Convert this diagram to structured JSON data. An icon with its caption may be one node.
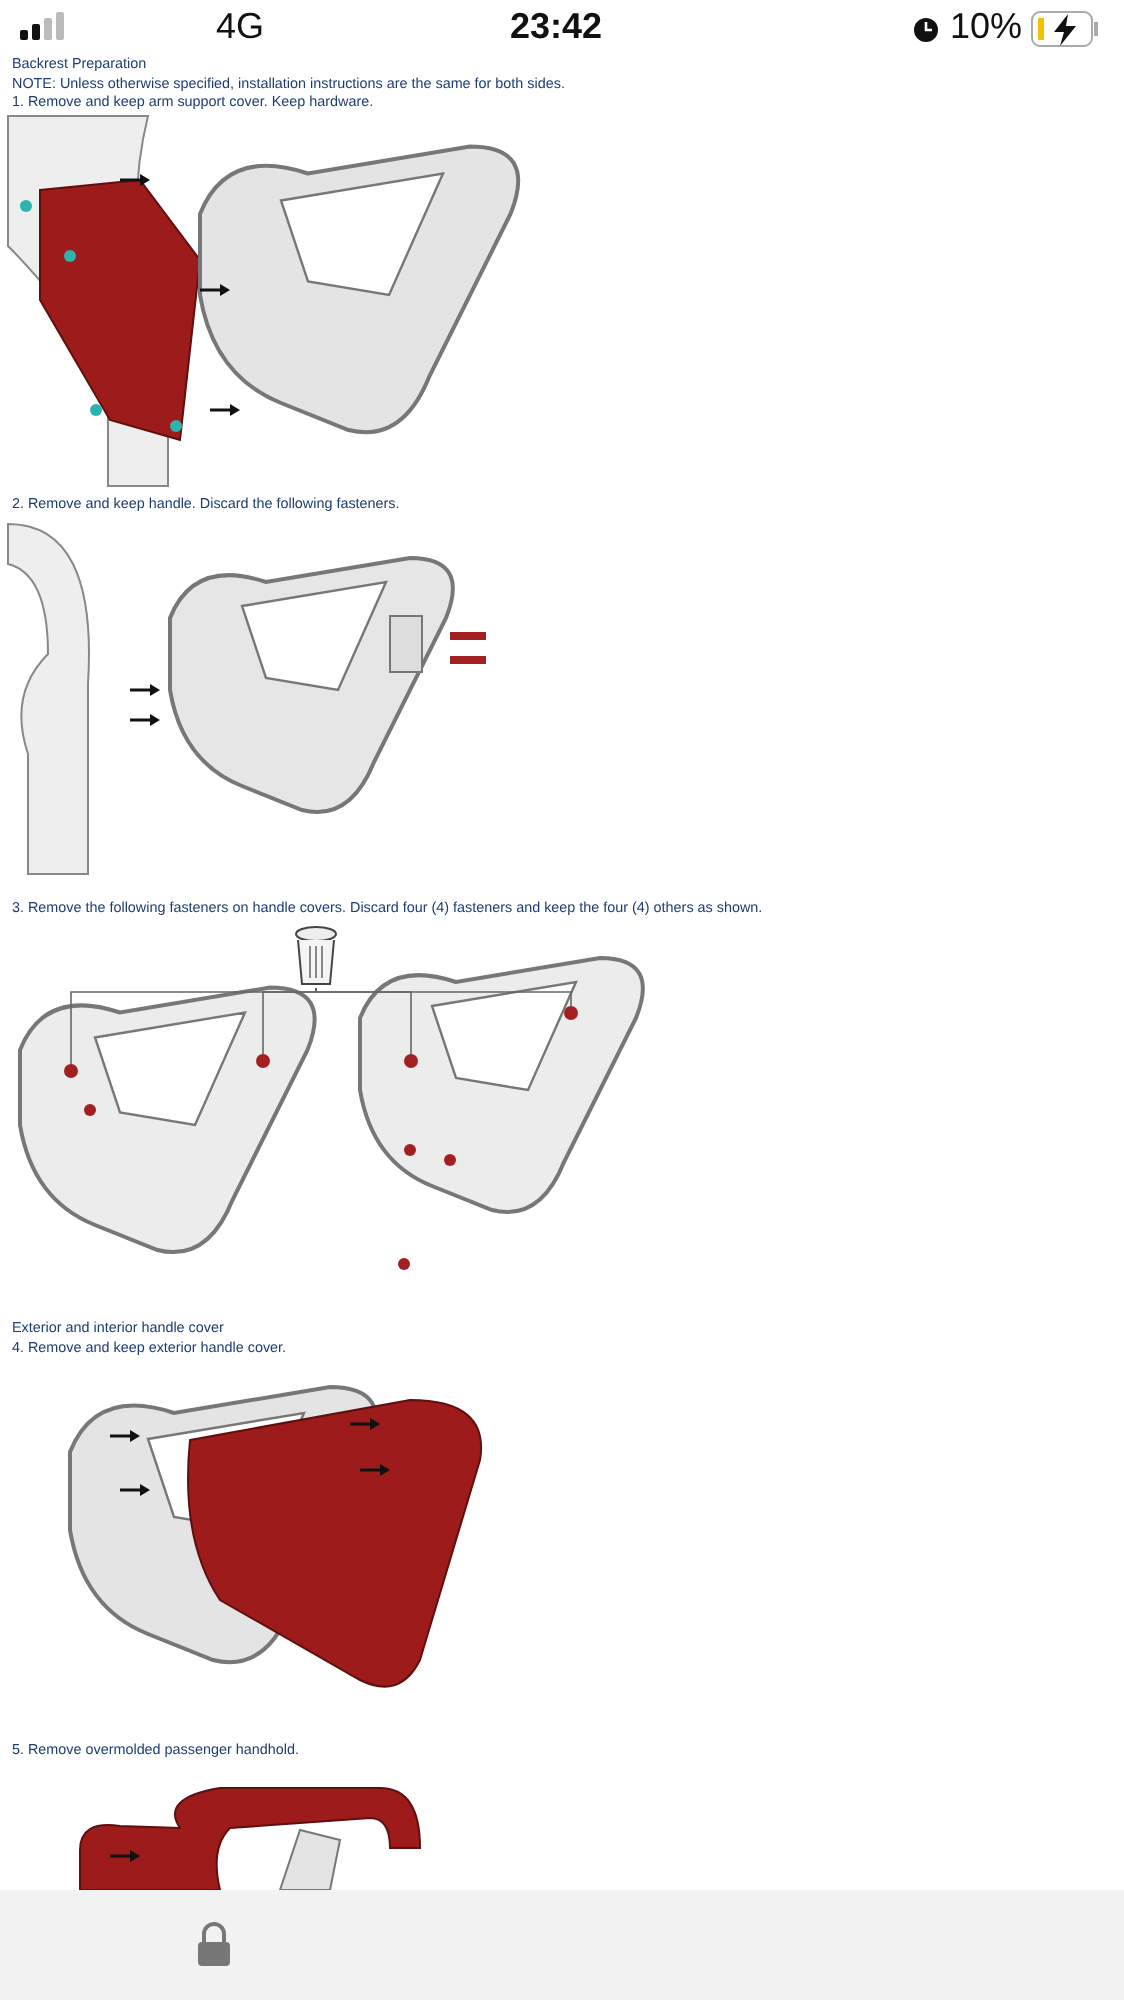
{
  "diagram": {
    "nodes": [
      {
        "text": [],
        "shape": "picture"
      },
      {
        "text": [],
        "shape": "circle"
      },
      {
        "text": [],
        "shape": "circle"
      },
      {
        "text": [],
        "shape": "circle"
      },
      {
        "text": [],
        "shape": "circle"
      }
    ],
    "edges": [
      {
        "from": 0,
        "to": 1,
        "arrow": "none"
      },
      {
        "from": 0,
        "to": 2,
        "arrow": "none"
      },
      {
        "from": 0,
        "to": 3,
        "arrow": "none"
      },
      {
        "from": 0,
        "to": 4,
        "arrow": "none"
      }
    ],
    "labels": [
      "4G",
      "23:42",
      "10%",
      "Backrest Preparation",
      "NOTE: Unless otherwise specified, installation instructions are the same for both sides.",
      "1. Remove and keep arm support cover. Keep hardware.",
      "2. Remove and keep handle. Discard the following fasteners.",
      "3. Remove the following fasteners on handle covers. Discard four (4) fasteners and keep the four (4) others as shown.",
      "Exterior and interior handle cover",
      "4. Remove and keep exterior handle cover.",
      "5. Remove overmolded passenger handhold."
    ]
  }
}
